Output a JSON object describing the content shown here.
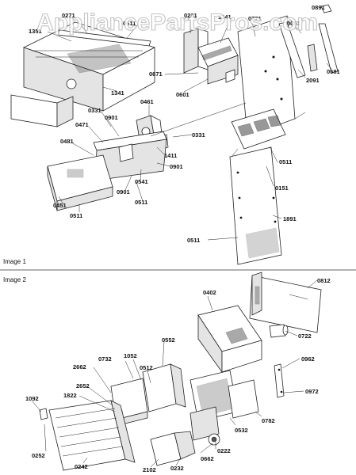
{
  "watermark": "AppliancePartsPros.com",
  "sections": [
    {
      "label": "Image 1"
    },
    {
      "label": "Image 2"
    }
  ],
  "callouts_image1": [
    "0891",
    "1351",
    "0271",
    "0611",
    "0261",
    "1241",
    "0771",
    "0051",
    "2091",
    "0581",
    "1341",
    "0671",
    "0601",
    "0461",
    "0331",
    "0901",
    "0471",
    "0481",
    "0331",
    "1411",
    "0901",
    "0511",
    "0151",
    "0541",
    "0511",
    "0451",
    "0511",
    "0901",
    "1891",
    "0511"
  ],
  "callouts_image2": [
    "0812",
    "0402",
    "0722",
    "0962",
    "0972",
    "0732",
    "1052",
    "0512",
    "0552",
    "2662",
    "2652",
    "1822",
    "1092",
    "0252",
    "0242",
    "2102",
    "0232",
    "0662",
    "0222",
    "0532",
    "0782"
  ],
  "colors": {
    "line": "#222222",
    "shade": "#e4e4e4",
    "watermark": "#b9b9b9"
  }
}
